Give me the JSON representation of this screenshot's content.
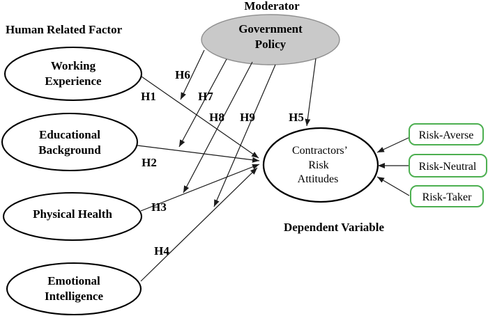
{
  "labels": {
    "moderator": "Moderator",
    "human_related_factor": "Human Related Factor",
    "dependent_variable": "Dependent Variable"
  },
  "moderator_node": {
    "line1": "Government",
    "line2": "Policy"
  },
  "factors": {
    "working_experience": {
      "line1": "Working",
      "line2": "Experience"
    },
    "educational_background": {
      "line1": "Educational",
      "line2": "Background"
    },
    "physical_health": {
      "line1": "Physical Health"
    },
    "emotional_intelligence": {
      "line1": "Emotional",
      "line2": "Intelligence"
    }
  },
  "dependent_node": {
    "line1": "Contractors’",
    "line2": "Risk",
    "line3": "Attitudes"
  },
  "risk_categories": [
    "Risk-Averse",
    "Risk-Neutral",
    "Risk-Taker"
  ],
  "hypotheses": {
    "h1": "H1",
    "h2": "H2",
    "h3": "H3",
    "h4": "H4",
    "h5": "H5",
    "h6": "H6",
    "h7": "H7",
    "h8": "H8",
    "h9": "H9"
  },
  "colors": {
    "background": "#ffffff",
    "moderator_fill": "#c9c9c9",
    "moderator_stroke": "#8f8f8f",
    "risk_box_border": "#4caf50",
    "node_fill": "#ffffff",
    "node_stroke": "#000000",
    "arrow": "#1a1a1a",
    "text": "#000000"
  }
}
